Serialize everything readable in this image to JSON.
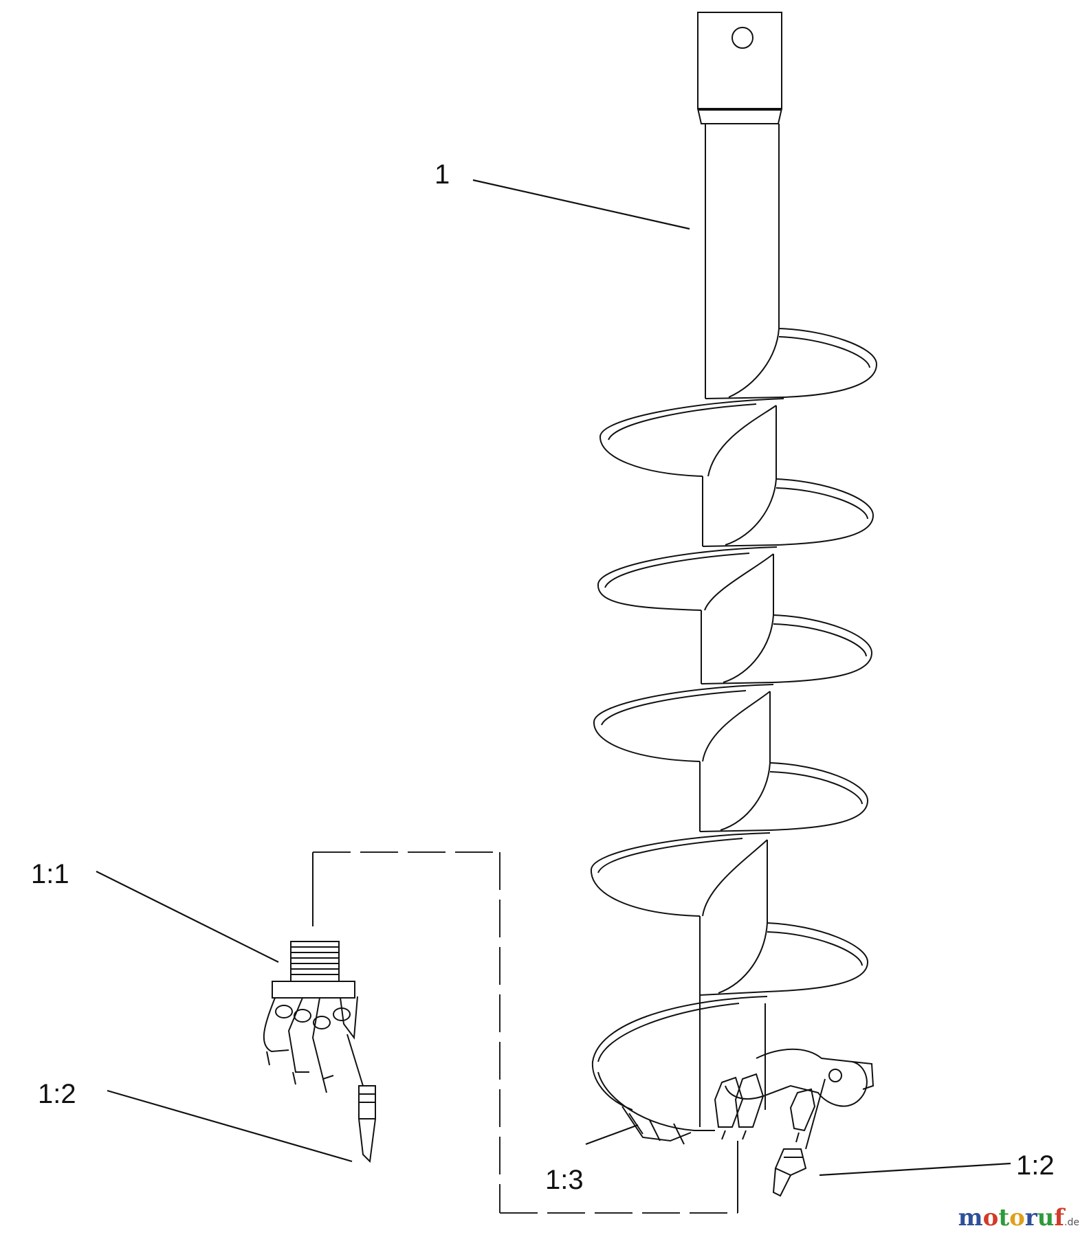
{
  "callouts": {
    "c1": "1",
    "c11": "1:1",
    "c12a": "1:2",
    "c13": "1:3",
    "c12b": "1:2"
  },
  "watermark": {
    "text_m": "m",
    "text_o1": "o",
    "text_t": "t",
    "text_o2": "o",
    "text_r": "r",
    "text_u": "u",
    "text_f": "f",
    "text_de": ".de"
  },
  "colors": {
    "line": "#111111",
    "wm_m": "#2e4f9a",
    "wm_o1": "#d23a2a",
    "wm_t": "#2f9a3a",
    "wm_o2": "#e0a01c",
    "wm_r": "#2e4f9a",
    "wm_u": "#2f9a3a",
    "wm_f": "#d23a2a"
  }
}
